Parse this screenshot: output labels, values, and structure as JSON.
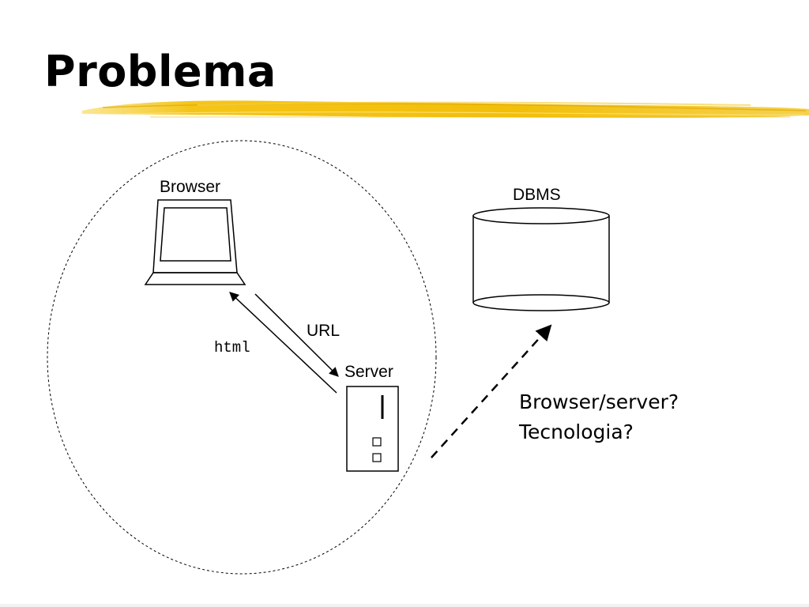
{
  "slide": {
    "title": "Problema",
    "accent_color": "#f2c200"
  },
  "diagram": {
    "browser_label": "Browser",
    "server_label": "Server",
    "dbms_label": "DBMS",
    "url_label": "URL",
    "html_label": "html"
  },
  "questions": {
    "line1": "Browser/server?",
    "line2": "Tecnologia?"
  },
  "icons": {
    "browser": "computer-monitor-icon",
    "server": "server-tower-icon",
    "dbms": "database-cylinder-icon"
  }
}
